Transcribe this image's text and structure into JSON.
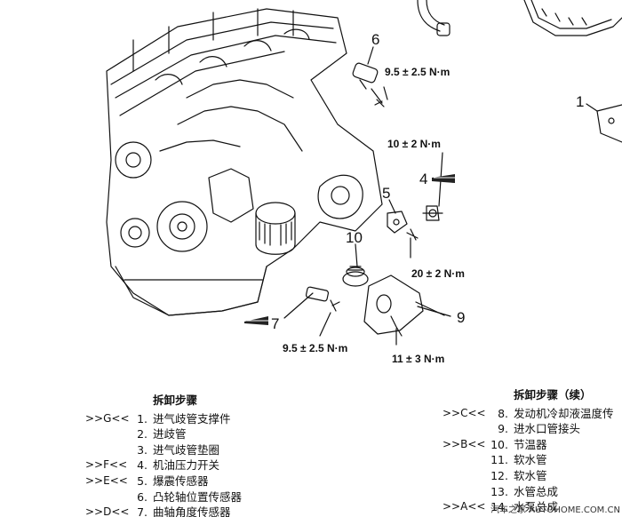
{
  "callouts": {
    "c1": "1",
    "c4": "4",
    "c5": "5",
    "c6": "6",
    "c7": "7",
    "c9": "9",
    "c10": "10"
  },
  "torques": {
    "t6": "9.5 ± 2.5 N·m",
    "t4": "10 ± 2 N·m",
    "t5": "20 ± 2 N·m",
    "t7": "9.5 ± 2.5 N·m",
    "t9": "11 ± 3 N·m"
  },
  "left_steps": {
    "heading": "拆卸步骤",
    "items": [
      {
        "mark": ">>G<<",
        "num": "1.",
        "text": "进气歧管支撑件"
      },
      {
        "mark": "",
        "num": "2.",
        "text": "进歧管"
      },
      {
        "mark": "",
        "num": "3.",
        "text": "进气歧管垫圈"
      },
      {
        "mark": ">>F<<",
        "num": "4.",
        "text": "机油压力开关"
      },
      {
        "mark": ">>E<<",
        "num": "5.",
        "text": "爆震传感器"
      },
      {
        "mark": "",
        "num": "6.",
        "text": "凸轮轴位置传感器"
      },
      {
        "mark": ">>D<<",
        "num": "7.",
        "text": "曲轴角度传感器"
      }
    ]
  },
  "right_steps": {
    "heading": "拆卸步骤（续）",
    "items": [
      {
        "mark": ">>C<<",
        "num": "8.",
        "text": "发动机冷却液温度传"
      },
      {
        "mark": "",
        "num": "9.",
        "text": "进水口管接头"
      },
      {
        "mark": ">>B<<",
        "num": "10.",
        "text": "节温器"
      },
      {
        "mark": "",
        "num": "11.",
        "text": "软水管"
      },
      {
        "mark": "",
        "num": "12.",
        "text": "软水管"
      },
      {
        "mark": "",
        "num": "13.",
        "text": "水管总成"
      },
      {
        "mark": ">>A<<",
        "num": "14.",
        "text": "水泵总成"
      }
    ]
  },
  "watermark": "汽车之家 AUTOHOME.COM.CN"
}
